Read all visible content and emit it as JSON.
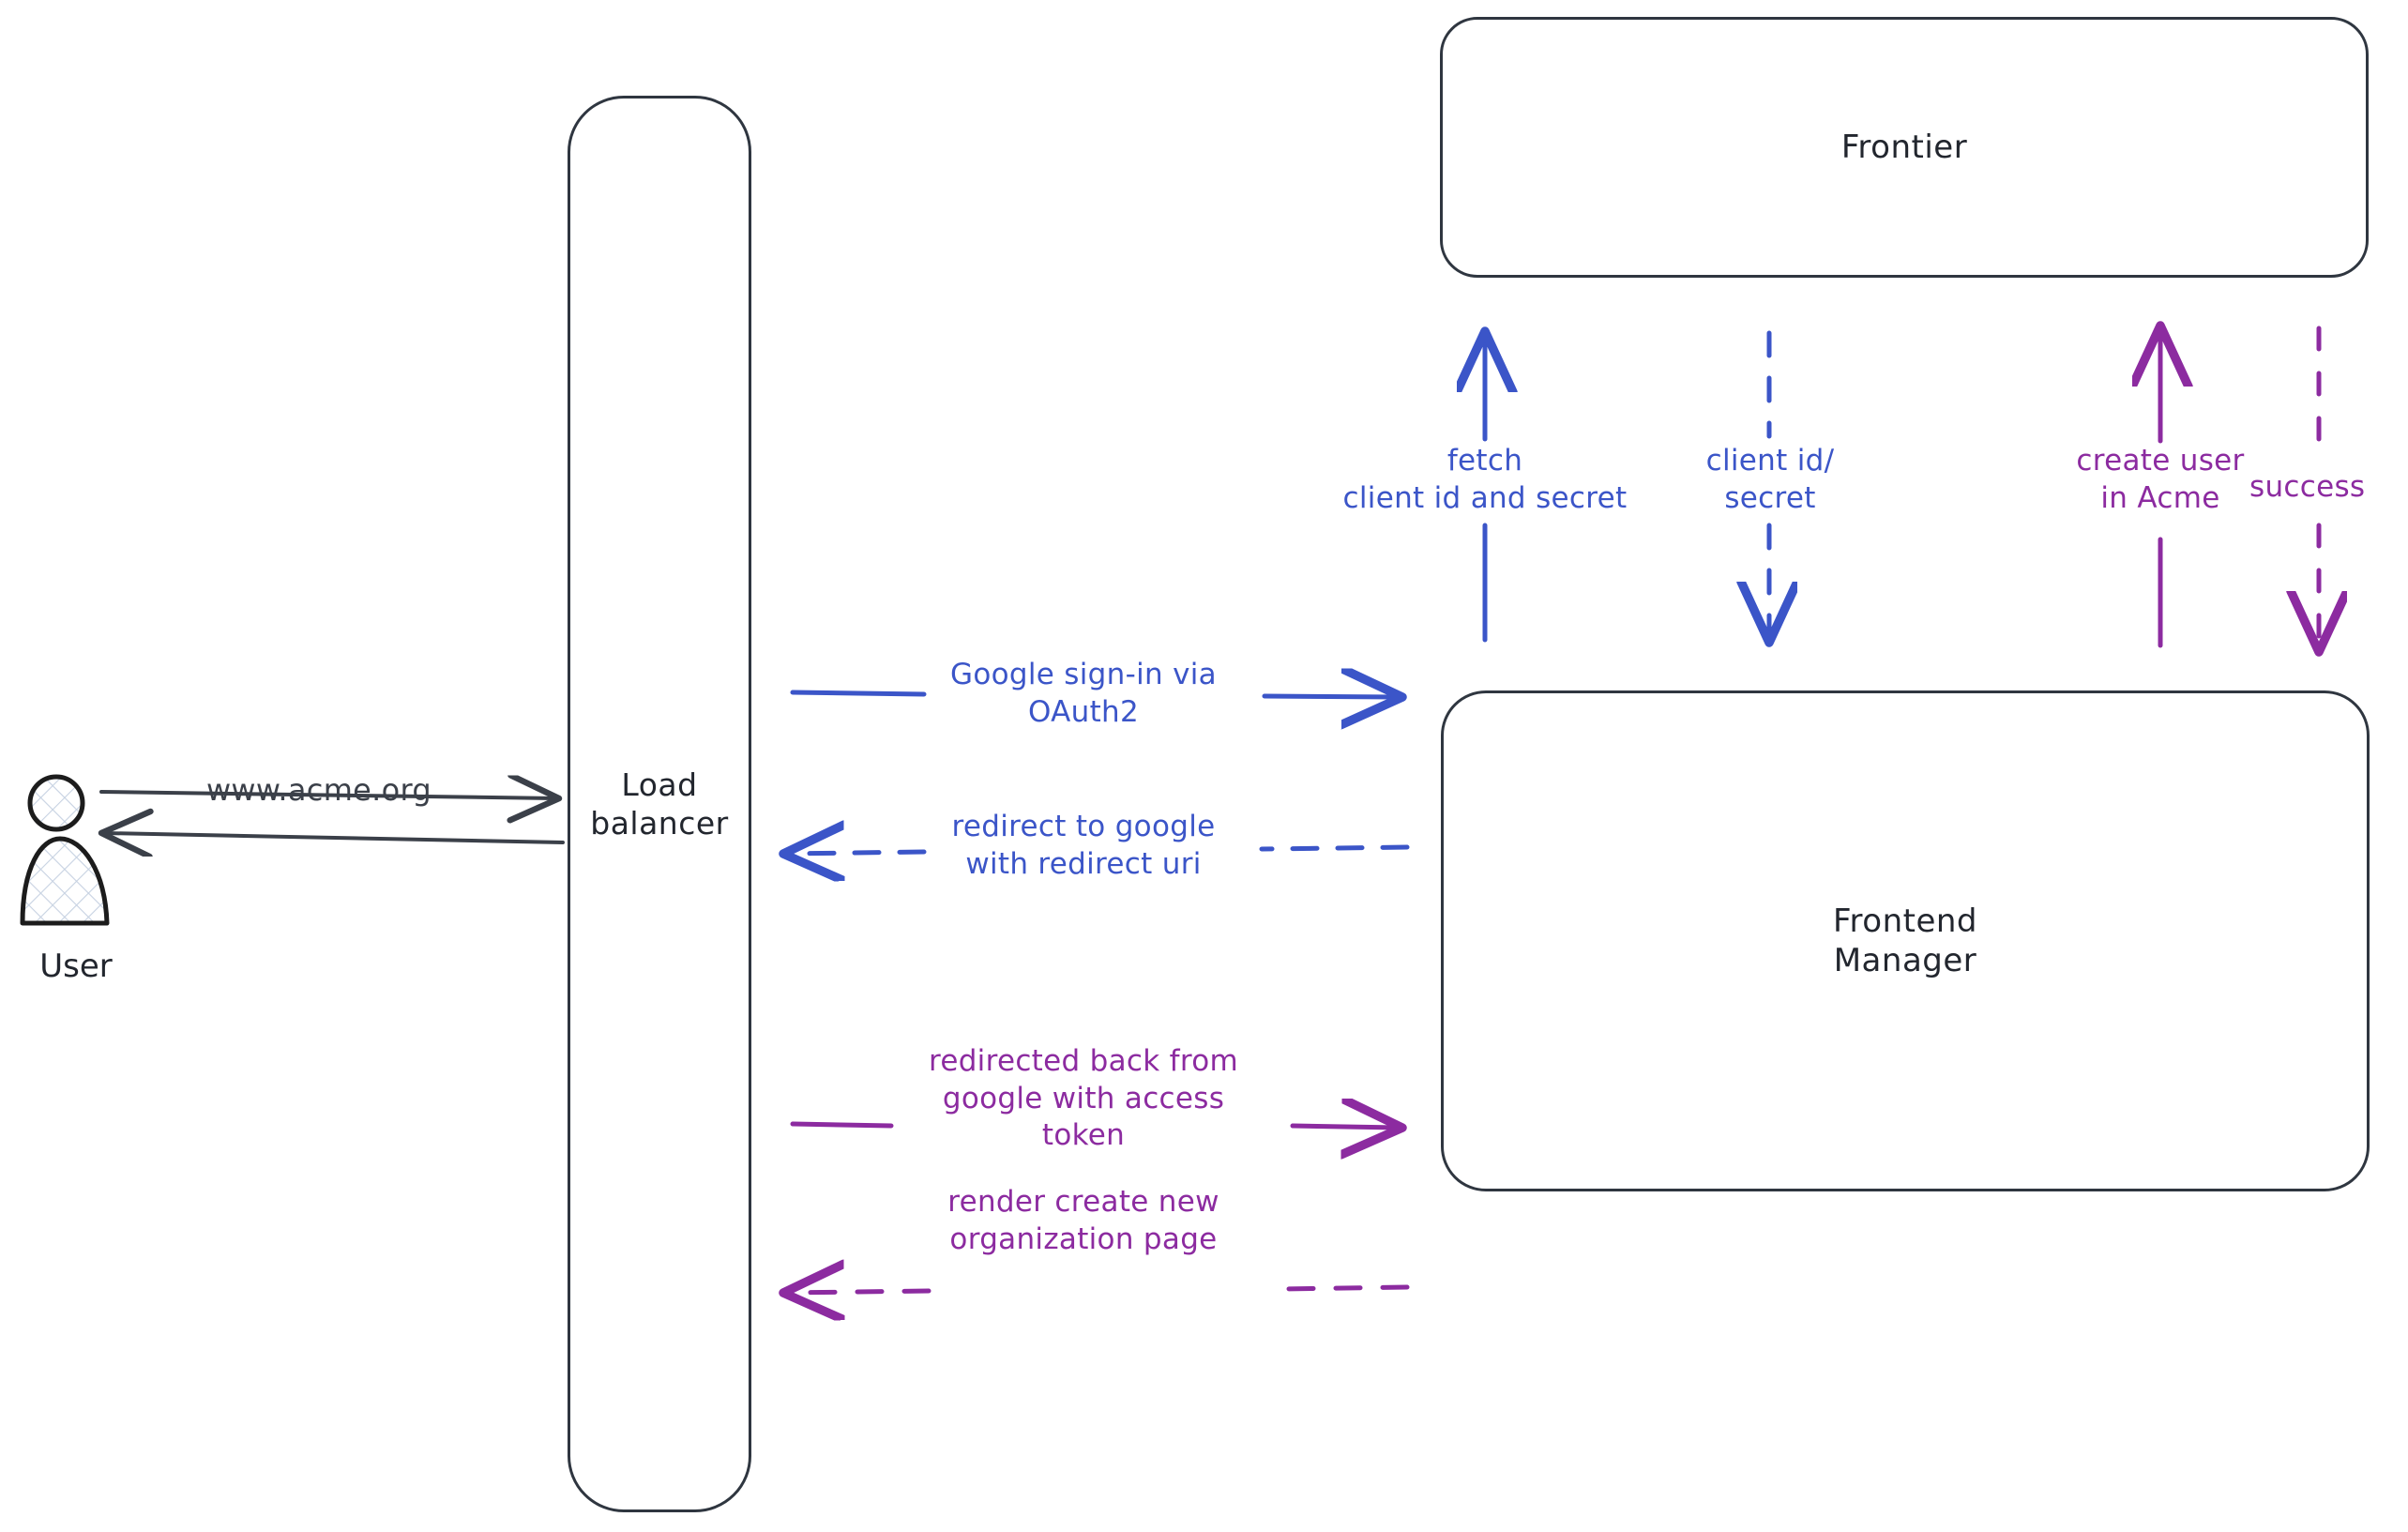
{
  "diagram": {
    "title": "Google OAuth2 sign-in flow",
    "colors": {
      "stroke": "#2f3640",
      "blue": "#3b55c8",
      "purple": "#8c2ba0",
      "dark_arrow": "#3b4049",
      "background": "#ffffff"
    }
  },
  "nodes": {
    "user": {
      "label": "User",
      "icon": "user-actor-icon"
    },
    "load_balancer": {
      "label": "Load\nbalancer"
    },
    "frontier": {
      "label": "Frontier"
    },
    "frontend_manager": {
      "label": "Frontend\nManager"
    }
  },
  "edges": [
    {
      "id": "user-to-lb",
      "label": "www.acme.org",
      "color": "dark",
      "style": "solid",
      "direction": "right",
      "from": "user",
      "to": "load_balancer"
    },
    {
      "id": "lb-to-user",
      "label": "",
      "color": "dark",
      "style": "solid",
      "direction": "left",
      "from": "load_balancer",
      "to": "user"
    },
    {
      "id": "lb-to-fm-signin",
      "label": "Google sign-in via\nOAuth2",
      "color": "blue",
      "style": "solid",
      "direction": "right",
      "from": "load_balancer",
      "to": "frontend_manager"
    },
    {
      "id": "fm-to-lb-redirect",
      "label": "redirect to google\nwith redirect uri",
      "color": "blue",
      "style": "dashed",
      "direction": "left",
      "from": "frontend_manager",
      "to": "load_balancer"
    },
    {
      "id": "lb-to-fm-token",
      "label": "redirected back from\ngoogle with access\ntoken",
      "color": "purple",
      "style": "solid",
      "direction": "right",
      "from": "load_balancer",
      "to": "frontend_manager"
    },
    {
      "id": "fm-to-lb-render",
      "label": "render create new\norganization page",
      "color": "purple",
      "style": "dashed",
      "direction": "left",
      "from": "frontend_manager",
      "to": "load_balancer"
    },
    {
      "id": "fm-to-frontier-fetch",
      "label": "fetch\nclient id and secret",
      "color": "blue",
      "style": "solid",
      "direction": "up",
      "from": "frontend_manager",
      "to": "frontier"
    },
    {
      "id": "frontier-to-fm-creds",
      "label": "client id/\nsecret",
      "color": "blue",
      "style": "dashed",
      "direction": "down",
      "from": "frontier",
      "to": "frontend_manager"
    },
    {
      "id": "fm-to-frontier-create-user",
      "label": "create user\nin Acme",
      "color": "purple",
      "style": "solid",
      "direction": "up",
      "from": "frontend_manager",
      "to": "frontier"
    },
    {
      "id": "frontier-to-fm-success",
      "label": "success",
      "color": "purple",
      "style": "dashed",
      "direction": "down",
      "from": "frontier",
      "to": "frontend_manager"
    }
  ]
}
